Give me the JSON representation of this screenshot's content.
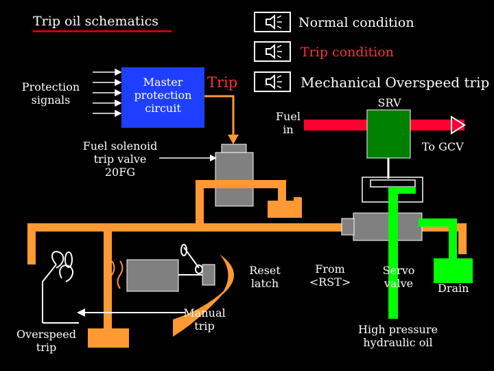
{
  "title": "Trip oil schematics",
  "buttons": [
    {
      "label": "Normal condition",
      "icon": "speaker-icon"
    },
    {
      "label": "Trip condition",
      "icon": "speaker-icon"
    },
    {
      "label": "Mechanical Overspeed trip",
      "icon": "speaker-icon"
    }
  ],
  "labels": {
    "protection_signals": "Protection\nsignals",
    "master_protection": "Master\nprotection\ncircuit",
    "trip": "Trip",
    "fuel_in": "Fuel\nin",
    "srv": "SRV",
    "to_gcv": "To GCV",
    "fuel_solenoid": "Fuel solenoid\ntrip valve\n20FG",
    "reset_latch": "Reset\nlatch",
    "from_rst": "From\n<RST>",
    "servo_valve": "Servo\nvalve",
    "drain": "Drain",
    "overspeed_trip": "Overspeed\ntrip",
    "manual_trip": "Manual\ntrip",
    "high_pressure": "High pressure\nhydraulic oil"
  },
  "colors": {
    "background": "#000000",
    "trip_oil": "#ff9933",
    "fuel_line": "#ff0033",
    "hydraulic": "#00ff00",
    "srv_body": "#008000",
    "master_box": "#1f3fff",
    "valve_grey": "#808080",
    "title_underline": "#cc0000",
    "text": "#ffffff",
    "trip_text": "#ff3333"
  }
}
